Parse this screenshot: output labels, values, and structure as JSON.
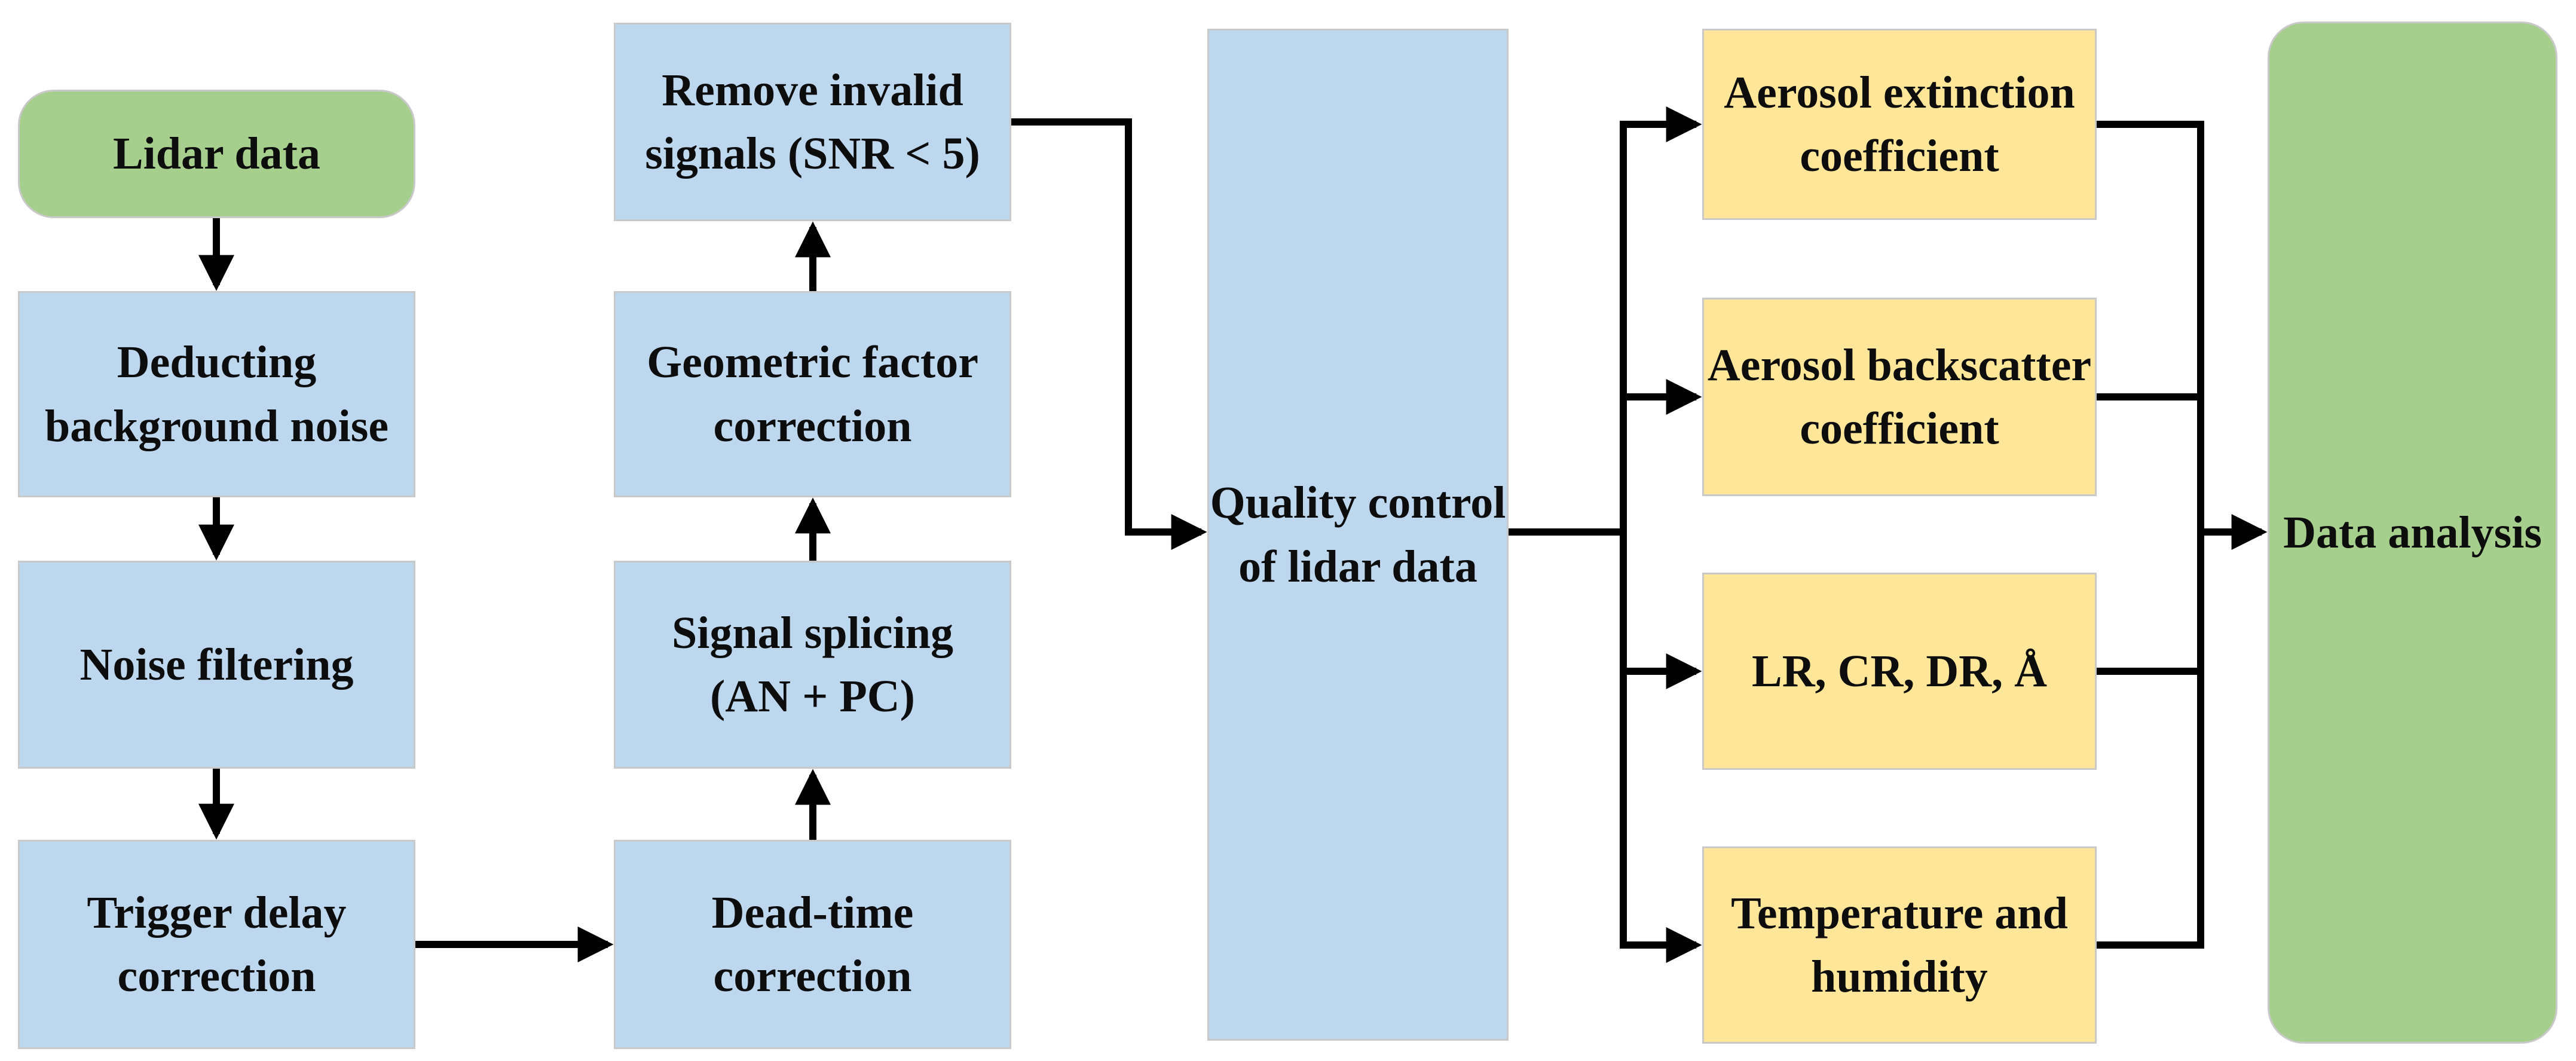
{
  "palette": {
    "process_fill": "#bdd7ee",
    "terminal_fill": "#a6cf8d",
    "output_fill": "#ffe699",
    "border": "#c9c9c9",
    "wire": "#000000",
    "text": "#0d0d0d",
    "background": "#ffffff"
  },
  "nodes": {
    "lidar_data": {
      "label": "Lidar data",
      "type": "terminal"
    },
    "deducting_background_noise": {
      "label": "Deducting\nbackground noise",
      "type": "process"
    },
    "noise_filtering": {
      "label": "Noise filtering",
      "type": "process"
    },
    "trigger_delay_correction": {
      "label": "Trigger delay\ncorrection",
      "type": "process"
    },
    "remove_invalid_signals": {
      "label": "Remove invalid\nsignals (SNR < 5)",
      "type": "process"
    },
    "geometric_factor_correction": {
      "label": "Geometric factor\ncorrection",
      "type": "process"
    },
    "signal_splicing": {
      "label": "Signal splicing\n(AN + PC)",
      "type": "process"
    },
    "dead_time_correction": {
      "label": "Dead-time\ncorrection",
      "type": "process"
    },
    "quality_control": {
      "label": "Quality control\nof lidar data",
      "type": "process"
    },
    "aerosol_extinction": {
      "label": "Aerosol extinction\ncoefficient",
      "type": "output"
    },
    "aerosol_backscatter": {
      "label": "Aerosol backscatter\ncoefficient",
      "type": "output"
    },
    "lr_cr_dr_angstrom": {
      "label": "LR, CR, DR, Å",
      "type": "output"
    },
    "temperature_humidity": {
      "label": "Temperature and\nhumidity",
      "type": "output"
    },
    "data_analysis": {
      "label": "Data analysis",
      "type": "terminal"
    }
  }
}
